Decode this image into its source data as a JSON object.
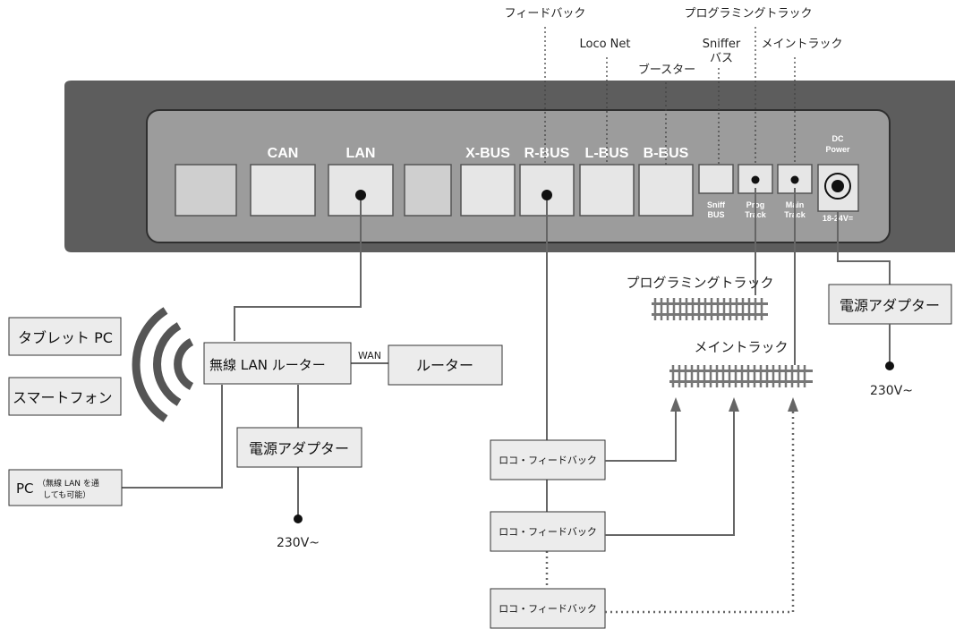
{
  "device": {
    "ports": {
      "can": "CAN",
      "lan": "LAN",
      "xbus": "X-BUS",
      "rbus": "R-BUS",
      "lbus": "L-BUS",
      "bbus": "B-BUS",
      "dc_power": [
        "DC",
        "Power"
      ],
      "sniff": [
        "Sniff",
        "BUS"
      ],
      "prog": [
        "Prog",
        "Track"
      ],
      "main": [
        "Main",
        "Track"
      ],
      "voltage": "18-24V="
    }
  },
  "top_labels": {
    "feedback": "フィードバック",
    "programming_track": "プログラミングトラック",
    "loconet": "Loco Net",
    "sniffer": [
      "Sniffer",
      "バス"
    ],
    "main_track": "メイントラック",
    "booster": "ブースター"
  },
  "left": {
    "tablet": "タブレット PC",
    "smartphone": "スマートフォン",
    "pc_main": "PC",
    "pc_note": [
      "（無線 LAN を通",
      "しても可能）"
    ],
    "wireless_router": "無線 LAN ルーター",
    "wan": "WAN",
    "router": "ルーター",
    "power_adapter": "電源アダプター",
    "voltage": "230V~"
  },
  "right": {
    "power_adapter": "電源アダプター",
    "voltage": "230V~",
    "programming_track": "プログラミングトラック",
    "main_track": "メイントラック"
  },
  "feedback_modules": [
    "ロコ・フィードバック",
    "ロコ・フィードバック",
    "ロコ・フィードバック"
  ],
  "colors": {
    "device_dark": "#5d5d5d",
    "device_panel": "#9a9a9a",
    "port_fill": "#e4e4e4",
    "box_fill": "#ececec",
    "line": "#666666"
  }
}
